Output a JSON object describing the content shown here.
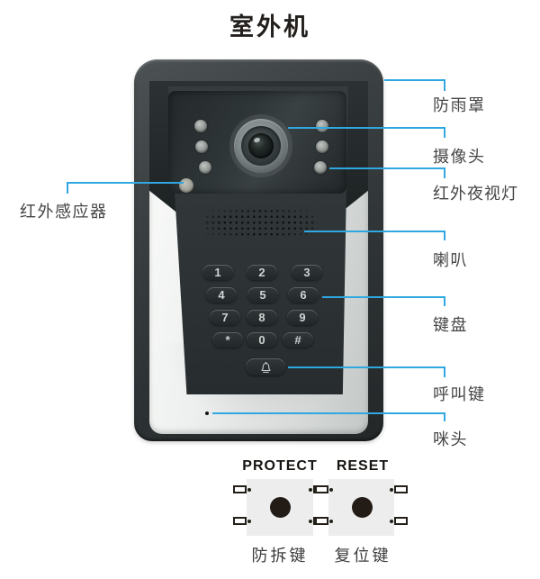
{
  "title": "室外机",
  "colors": {
    "leader_line": "#2fa8e1"
  },
  "callouts": {
    "left": [
      {
        "text": "红外感应器"
      }
    ],
    "right": [
      {
        "text": "防雨罩"
      },
      {
        "text": "摄像头"
      },
      {
        "text": "红外夜视灯"
      },
      {
        "text": "喇叭"
      },
      {
        "text": "键盘"
      },
      {
        "text": "呼叫键"
      },
      {
        "text": "咪头"
      }
    ]
  },
  "device": {
    "keypad": {
      "rows": [
        [
          "1",
          "2",
          "3"
        ],
        [
          "4",
          "5",
          "6"
        ],
        [
          "7",
          "8",
          "9"
        ],
        [
          "*",
          "0",
          "#"
        ]
      ]
    }
  },
  "bottom_switches": [
    {
      "title": "PROTECT",
      "label": "防拆键"
    },
    {
      "title": "RESET",
      "label": "复位键"
    }
  ]
}
